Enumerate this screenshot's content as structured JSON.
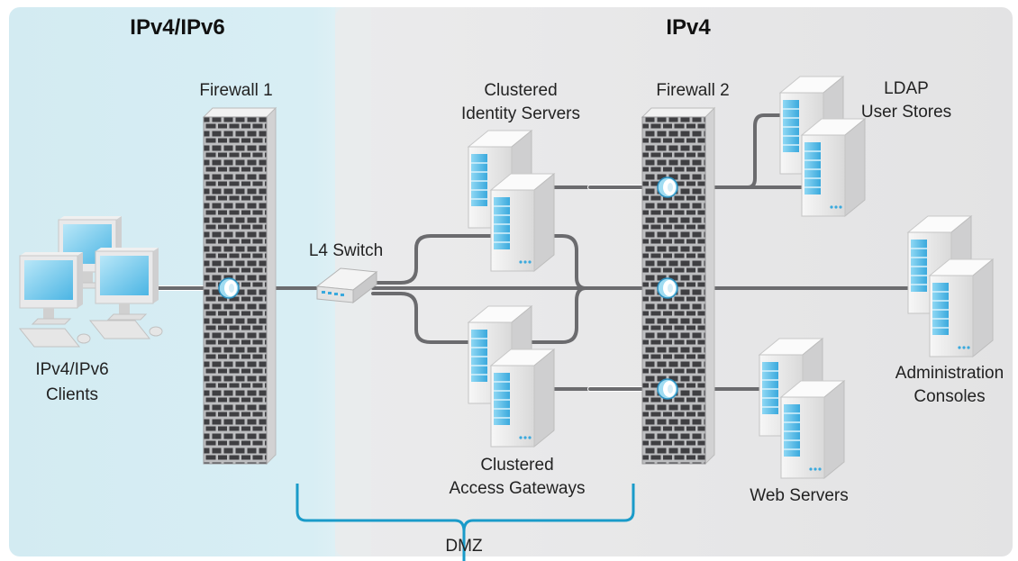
{
  "zones": {
    "left": {
      "title": "IPv4/IPv6",
      "color": "#d6edf3"
    },
    "right": {
      "title": "IPv4",
      "color": "#e6e6e7"
    }
  },
  "labels": {
    "firewall1": "Firewall 1",
    "firewall2": "Firewall 2",
    "clients": [
      "IPv4/IPv6",
      "Clients"
    ],
    "switch": "L4 Switch",
    "identity_servers": [
      "Clustered",
      "Identity Servers"
    ],
    "access_gateways": [
      "Clustered",
      "Access Gateways"
    ],
    "ldap": [
      "LDAP",
      "User Stores"
    ],
    "admin": [
      "Administration",
      "Consoles"
    ],
    "web": "Web Servers",
    "dmz": "DMZ"
  },
  "colors": {
    "accent": "#1a9bc9",
    "brick_dark": "#3f3f42",
    "brick_mortar": "#bdbec0",
    "cable": "#6b6b6e",
    "server_body": "#eeeeee",
    "server_blue": "#5ec3ea"
  },
  "icons": [
    "client-computer-icon",
    "firewall-icon",
    "l4-switch-icon",
    "server-icon",
    "port-icon"
  ]
}
